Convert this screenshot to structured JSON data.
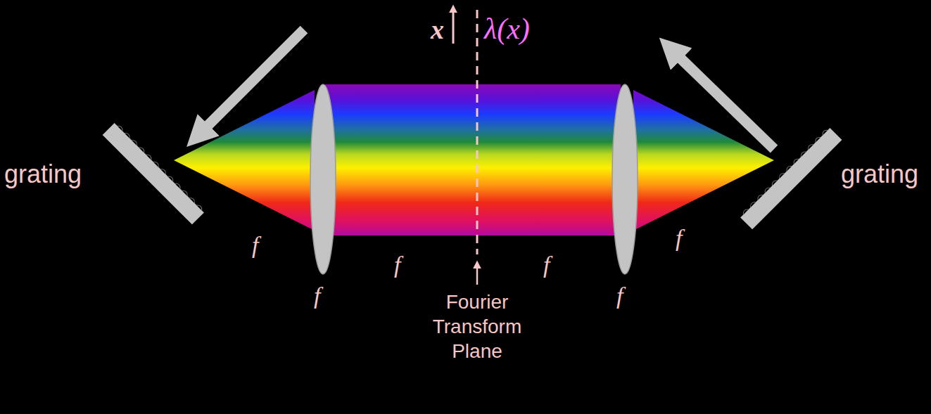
{
  "diagram": {
    "labels": [
      "x",
      "λ(x)",
      "grating",
      "grating",
      "f",
      "f",
      "f",
      "f",
      "f",
      "f",
      "Fourier Transform Plane"
    ]
  }
}
